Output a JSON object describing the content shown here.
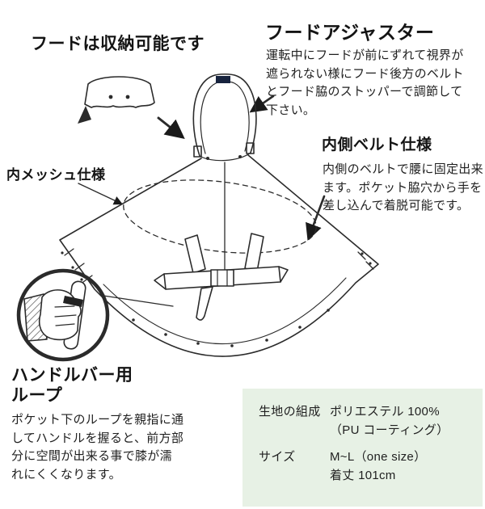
{
  "callouts": {
    "hood_storage": {
      "title": "フードは収納可能です"
    },
    "hood_adjuster": {
      "title": "フードアジャスター",
      "body": "運転中にフードが前にずれて視界が遮られない様にフード後方のベルトとフード脇のストッパーで調節して下さい。"
    },
    "inner_belt": {
      "title": "内側ベルト仕様",
      "body": "内側のベルトで腰に固定出来ます。ポケット脇穴から手を差し込んで着脱可能です。"
    },
    "inner_mesh": {
      "title": "内メッシュ仕様"
    },
    "handlebar_loop": {
      "title": "ハンドルバー用\nループ",
      "body": "ポケット下のループを親指に通してハンドルを握ると、前方部分に空間が出来る事で膝が濡れにくくなります。"
    }
  },
  "spec_table": {
    "bg_color": "#e7f1e5",
    "rows": [
      {
        "label": "生地の組成",
        "value": "ポリエステル 100%\n（PU コーティング）"
      },
      {
        "label": "サイズ",
        "value": "M~L（one size）\n着丈 101cm"
      }
    ]
  },
  "diagram": {
    "line_color": "#2b2b2b",
    "adjuster_patch_color": "#17233e"
  }
}
